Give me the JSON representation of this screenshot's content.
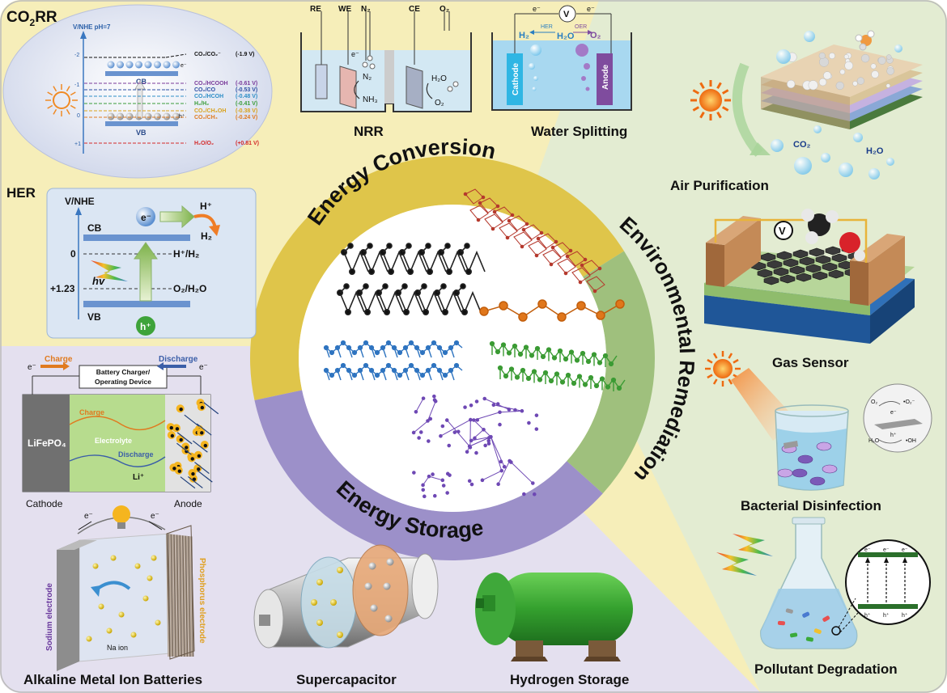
{
  "colors": {
    "energy_conversion_bg": "#f6eeb9",
    "environmental_bg": "#e3ecd2",
    "energy_storage_bg": "#e4e0ef",
    "ring_yellow": "#dfc54a",
    "ring_green": "#9fc07d",
    "ring_purple": "#9c90c9"
  },
  "ring": {
    "energy_conversion": "Energy Conversion",
    "environmental_remediation": "Environmental Remediation",
    "energy_storage": "Energy Storage"
  },
  "co2rr": {
    "title": "CO",
    "title_sub": "2",
    "title_end": "RR",
    "axis": "V/NHE pH=7",
    "ticks": [
      "-2",
      "-1",
      "0",
      "+1"
    ],
    "cb": "CB",
    "vb": "VB",
    "e": "e⁻",
    "h": "h⁺",
    "levels": [
      {
        "label": "CO₂/CO₂⁻",
        "value": "(-1.9 V)",
        "color": "#111111"
      },
      {
        "label": "CO₂/HCOOH",
        "value": "(-0.61 V)",
        "color": "#7a3b9a"
      },
      {
        "label": "CO₂/CO",
        "value": "(-0.53 V)",
        "color": "#2d4fa3"
      },
      {
        "label": "CO₂/HCOH",
        "value": "(-0.48 V)",
        "color": "#2f8fc7"
      },
      {
        "label": "H₂/H₂",
        "value": "(-0.41 V)",
        "color": "#3a9c3a"
      },
      {
        "label": "CO₂/CH₃OH",
        "value": "(-0.38 V)",
        "color": "#d9a21c"
      },
      {
        "label": "CO₂/CH₄",
        "value": "(-0.24 V)",
        "color": "#e07a1f"
      },
      {
        "label": "H₂O/O₂",
        "value": "(+0.81 V)",
        "color": "#d42a2a"
      }
    ]
  },
  "her": {
    "title": "HER",
    "axis": "V/NHE",
    "cb": "CB",
    "vb": "VB",
    "e": "e⁻",
    "h": "h⁺",
    "hplus": "H⁺",
    "h2": "H₂",
    "zero": "0",
    "v123": "+1.23",
    "couple1": "H⁺/H₂",
    "couple2": "O₂/H₂O",
    "hv": "hv"
  },
  "nrr": {
    "title": "NRR",
    "re": "RE",
    "we": "WE",
    "n2": "N₂",
    "ce": "CE",
    "o2": "O₂",
    "e": "e⁻",
    "n2_in": "N₂",
    "nh3": "NH₃",
    "h2o": "H₂O",
    "o2_out": "O₂"
  },
  "water_splitting": {
    "title": "Water Splitting",
    "v": "V",
    "e_left": "e⁻",
    "e_right": "e⁻",
    "h2": "H₂",
    "her": "HER",
    "h2o": "H₂O",
    "oer": "OER",
    "o2": "O₂",
    "cathode": "Cathode",
    "anode": "Anode"
  },
  "environment": {
    "air_purification": "Air Purification",
    "co2": "CO₂",
    "h2o": "H₂O",
    "gas_sensor": "Gas Sensor",
    "v": "V",
    "bacterial_disinfection": "Bacterial Disinfection",
    "bd_o2": "O₂",
    "bd_o2rad": "•O₂⁻",
    "bd_e": "e⁻",
    "bd_h": "h⁺",
    "bd_h2o": "H₂O",
    "bd_oh": "•OH",
    "pollutant_degradation": "Pollutant Degradation",
    "pd_e": [
      "e⁻",
      "e⁻",
      "e⁻"
    ],
    "pd_h": [
      "h⁺",
      "h⁺",
      "h⁺"
    ]
  },
  "battery": {
    "charge": "Charge",
    "discharge": "Discharge",
    "e_left": "e⁻",
    "e_right": "e⁻",
    "device_line1": "Battery Charger/",
    "device_line2": "Operating Device",
    "lifepo4": "LiFePO₄",
    "charge_inner": "Charge",
    "electrolyte": "Electrolyte",
    "discharge_inner": "Discharge",
    "li": "Li⁺",
    "cathode": "Cathode",
    "anode": "Anode"
  },
  "storage": {
    "e1": "e⁻",
    "e2": "e⁻",
    "sodium_electrode": "Sodium electrode",
    "phosphorus_electrode": "Phosphorus electrode",
    "na_ion": "Na ion",
    "alkaline": "Alkaline Metal Ion Batteries",
    "supercapacitor": "Supercapacitor",
    "hydrogen": "Hydrogen Storage"
  }
}
